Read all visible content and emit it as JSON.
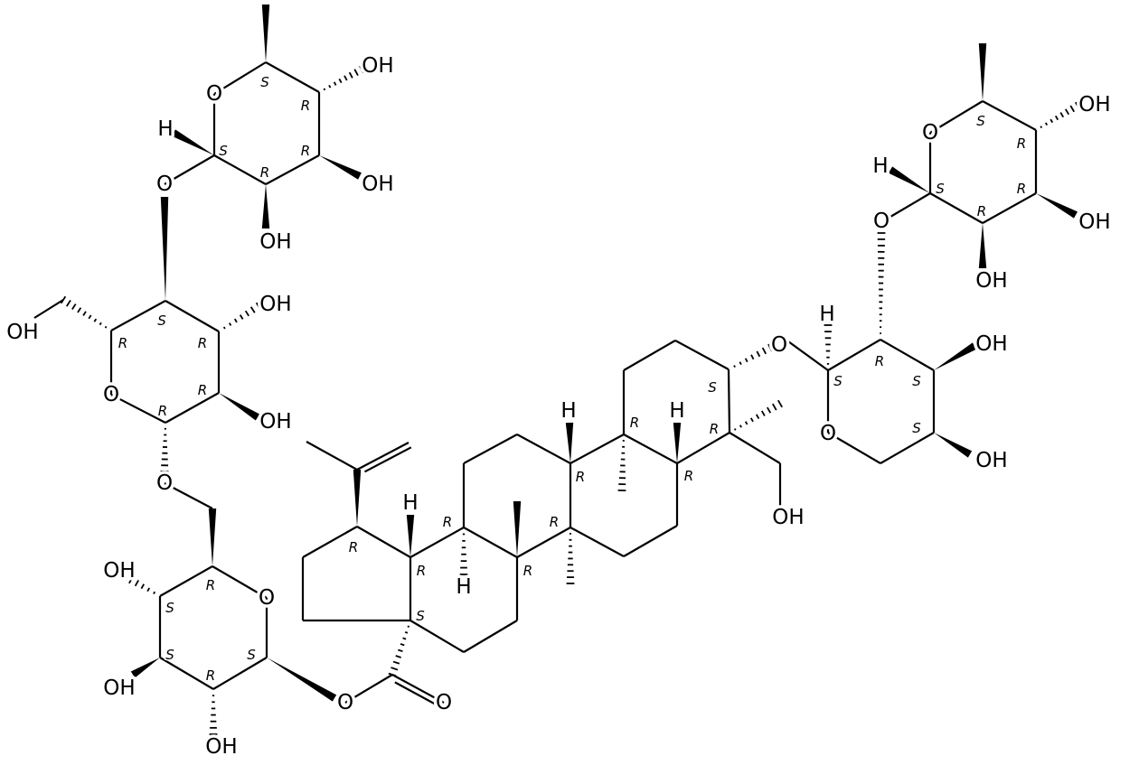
{
  "molecule": {
    "atom_labels": [
      "OH",
      "O",
      "OH",
      "H",
      "OH",
      "O",
      "OH",
      "OH",
      "O",
      "OH",
      "O",
      "OH",
      "O",
      "OH",
      "OH",
      "O",
      "O",
      "H",
      "H",
      "H",
      "H",
      "O",
      "OH",
      "H",
      "O",
      "OH",
      "OH",
      "O",
      "O",
      "H",
      "OH",
      "OH",
      "OH"
    ],
    "stereo_labels": [
      "S",
      "R",
      "R",
      "R",
      "S",
      "S",
      "R",
      "R",
      "R",
      "R",
      "R",
      "S",
      "S",
      "R",
      "S",
      "R",
      "R",
      "R",
      "R",
      "R",
      "R",
      "R",
      "R",
      "R",
      "S",
      "S",
      "R",
      "S",
      "S",
      "S",
      "S",
      "R",
      "R",
      "R",
      "S"
    ]
  },
  "colors": {
    "ink": "#000000",
    "background": "#ffffff"
  }
}
